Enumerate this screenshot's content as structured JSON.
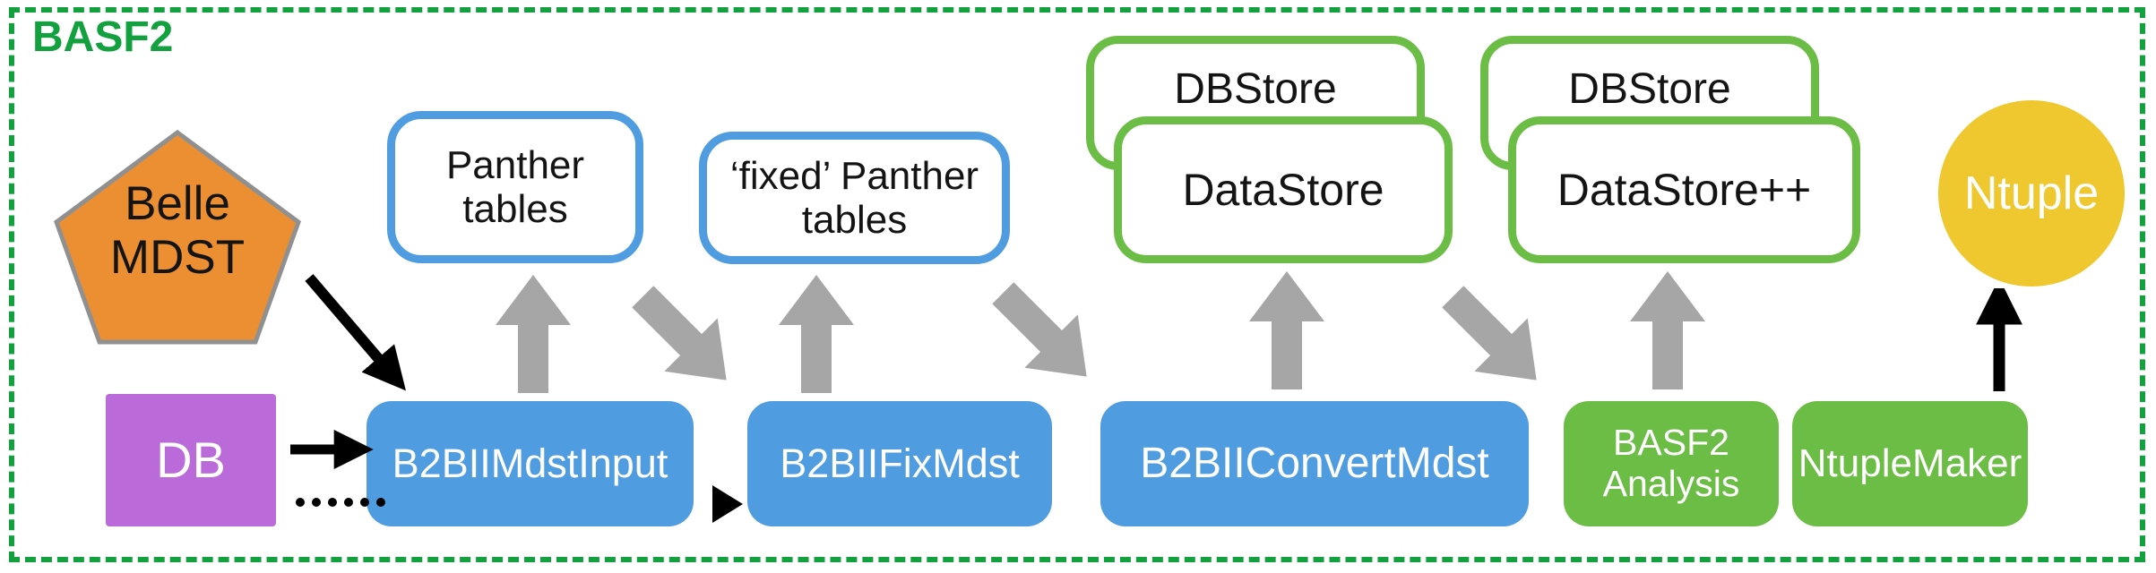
{
  "frame": {
    "label": "BASF2"
  },
  "nodes": {
    "belle_mdst": {
      "lines": [
        "Belle",
        "MDST"
      ]
    },
    "db": {
      "label": "DB"
    },
    "b2bii_mdst_input": {
      "label": "B2BIIMdstInput"
    },
    "b2bii_fix_mdst": {
      "label": "B2BIIFixMdst"
    },
    "b2bii_convert_mdst": {
      "label": "B2BIIConvertMdst"
    },
    "basf2_analysis": {
      "lines": [
        "BASF2",
        "Analysis"
      ]
    },
    "ntuple_maker": {
      "label": "NtupleMaker"
    },
    "ntuple": {
      "label": "Ntuple"
    },
    "panther_tables": {
      "lines": [
        "Panther",
        "tables"
      ]
    },
    "fixed_panther_tables": {
      "lines": [
        "‘fixed’ Panther",
        "tables"
      ]
    },
    "dbstore_left": {
      "label": "DBStore"
    },
    "datastore": {
      "label": "DataStore"
    },
    "dbstore_right": {
      "label": "DBStore"
    },
    "datastore_pp": {
      "label": "DataStore++"
    }
  },
  "colors": {
    "green": "#6cbd45",
    "green_accent": "#12a13e",
    "blue": "#4f9ce1",
    "orange": "#ec8f33",
    "purple": "#bb6bd9",
    "yellow": "#eec82e",
    "gray": "#a6a6a6"
  }
}
